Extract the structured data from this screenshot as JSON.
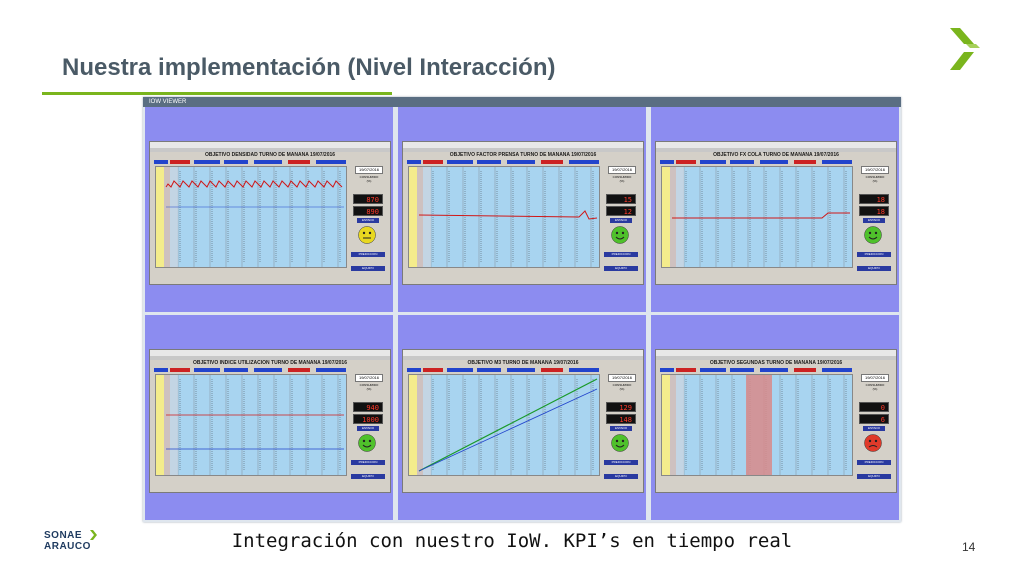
{
  "slide": {
    "title": "Nuestra implementación (Nivel Interacción)",
    "caption": "Integración con nuestro IoW. KPI’s en tiempo real",
    "page_number": "14"
  },
  "logo": {
    "line1": "SONAE",
    "line2": "ARAUCO"
  },
  "window": {
    "title": "IOW VIEWER"
  },
  "panels": [
    {
      "title": "OBJETIVO DENSIDAD TURNO DE MAÑANA 19/07/2016",
      "date": "19/07/2016",
      "led1": "870",
      "led2": "890",
      "face": "yellow"
    },
    {
      "title": "OBJETIVO FACTOR PRENSA TURNO DE MAÑANA 19/07/2016",
      "date": "19/07/2016",
      "led1": "15",
      "led2": "12",
      "face": "green"
    },
    {
      "title": "OBJETIVO FX COLA TURNO DE MAÑANA 19/07/2016",
      "date": "19/07/2016",
      "led1": "18",
      "led2": "18",
      "face": "green"
    },
    {
      "title": "OBJETIVO INDICE UTILIZACION TURNO DE MAÑANA 19/07/2016",
      "date": "19/07/2016",
      "led1": "940",
      "led2": "1000",
      "face": "green"
    },
    {
      "title": "OBJETIVO M3 TURNO DE MAÑANA 19/07/2016",
      "date": "19/07/2016",
      "led1": "129",
      "led2": "148",
      "face": "green"
    },
    {
      "title": "OBJETIVO SEGUNDAS TURNO DE MAÑANA 19/07/2016",
      "date": "19/07/2016",
      "led1": "0",
      "led2": "6",
      "face": "red"
    }
  ],
  "labels": {
    "consumido": "CONSUMIDO (%)",
    "estado": "ESTADO",
    "prediccion": "PREDICCION",
    "equipo": "EQUIPO"
  },
  "colors": {
    "accent_green": "#7ab51d",
    "title_text": "#4a5a66",
    "panel_background": "#8c8cf0",
    "plot_background": "#a8d4f0",
    "face_green": "#4fc12b",
    "face_yellow": "#e8d820",
    "face_red": "#e03a2a",
    "led_text": "#ff3a2a"
  },
  "icons": {
    "brand": "chevron-icon",
    "status": "smiley-face-icon"
  }
}
